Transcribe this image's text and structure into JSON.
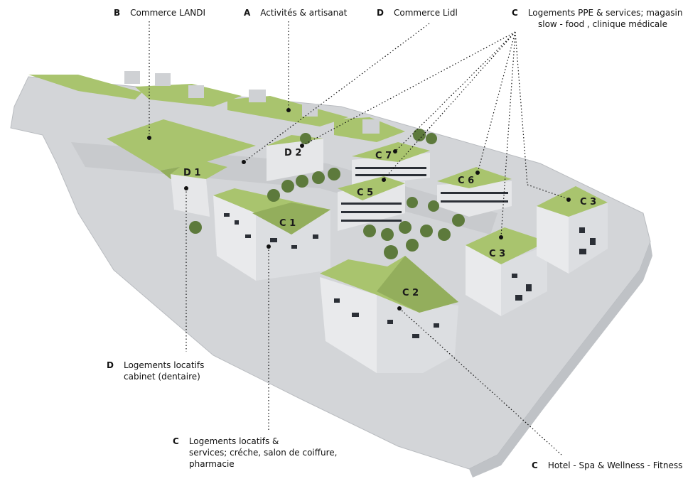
{
  "callouts": {
    "landi": {
      "letter": "B",
      "text": "Commerce LANDI"
    },
    "activites": {
      "letter": "A",
      "text": "Activités & artisanat"
    },
    "lidl": {
      "letter": "D",
      "text": "Commerce Lidl"
    },
    "ppe": {
      "letter": "C",
      "line1": "Logements PPE & services; magasin",
      "line2": "slow - food , clinique médicale"
    },
    "locatifs_d": {
      "letter": "D",
      "line1": "Logements locatifs",
      "line2": "cabinet (dentaire)"
    },
    "locatifs_c": {
      "letter": "C",
      "line1": "Logements locatifs &",
      "line2": "services; créche, salon de coiffure,",
      "line3": "pharmacie"
    },
    "hotel": {
      "letter": "C",
      "text": "Hotel - Spa  & Wellness - Fitness"
    }
  },
  "plots": [
    "D 1",
    "D 2",
    "C 1",
    "C 2",
    "C 3",
    "C 3",
    "C 5",
    "C 6",
    "C 7"
  ],
  "colors": {
    "roof": "#a9c46e",
    "roof_dark": "#93ae5c",
    "facade": "#e6e7e9",
    "ground": "#d3d5d8",
    "window": "#2b2f36",
    "tree": "#5d7a3c"
  }
}
